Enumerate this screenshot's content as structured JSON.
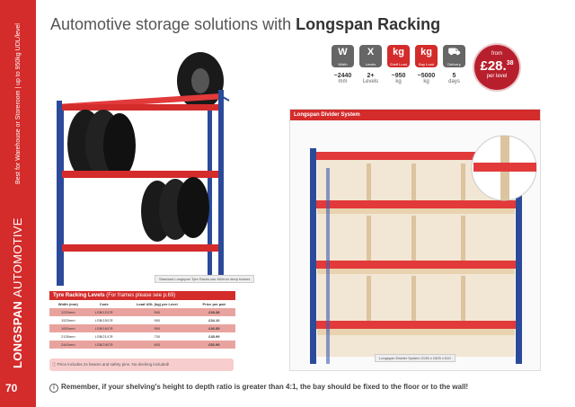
{
  "sidebar": {
    "tag_line": "Best for Warehouse or Storeroom | up to 950kg UDL/level",
    "section_bold": "LONGSPAN",
    "section_light": "AUTOMOTIVE",
    "page_number": "70"
  },
  "title": {
    "light": "Automotive storage solutions with ",
    "bold": "Longspan Racking"
  },
  "icons": [
    {
      "icon": "width-icon",
      "symbol": "W",
      "label": "Width",
      "value": "~2440",
      "unit": "mm",
      "color": "#666666"
    },
    {
      "icon": "levels-icon",
      "symbol": "X",
      "label": "Levels",
      "value": "2+",
      "unit": "Levels",
      "color": "#666666"
    },
    {
      "icon": "shelf-load-icon",
      "symbol": "kg",
      "label": "Shelf Load",
      "value": "~950",
      "unit": "kg",
      "color": "#d42b2b"
    },
    {
      "icon": "bay-load-icon",
      "symbol": "kg",
      "label": "Bay Load",
      "value": "~5000",
      "unit": "kg",
      "color": "#d42b2b"
    },
    {
      "icon": "delivery-icon",
      "symbol": "⛟",
      "label": "Delivery",
      "value": "5",
      "unit": "days",
      "color": "#666666"
    }
  ],
  "price_badge": {
    "from": "from",
    "amount": "£28.",
    "pence": "38",
    "per": "per level"
  },
  "photo_caption": "Standard Longspan Tyre Racks use 600mm deep frames",
  "tyre_table": {
    "title": "Tyre Racking Levels",
    "subtitle": "(For frames please see p.69)",
    "headers": [
      "Width (mm)",
      "Code",
      "Load UDL (kg) per Level",
      "Price per pair"
    ],
    "rows": [
      [
        "1220mm",
        "LSB/12/CR",
        "590",
        "£28.38"
      ],
      [
        "1525mm",
        "LSB/15/CR",
        "950",
        "£34.10"
      ],
      [
        "1830mm",
        "LSB/18/CR",
        "950",
        "£40.55"
      ],
      [
        "2135mm",
        "LSB/21/CR",
        "730",
        "£45.99"
      ],
      [
        "2440mm",
        "LSB/24/CR",
        "600",
        "£52.99"
      ]
    ],
    "note": "Price includes 2x beams and safety pins. No decking included!"
  },
  "divider_panel": {
    "title": "Longspan Divider System",
    "caption": "Longspan Divider System 2135 x 1525 x 610"
  },
  "footer": {
    "text": "Remember, if your shelving's height to depth ratio is greater than 4:1, the bay should be fixed to the floor or to the wall!"
  },
  "colors": {
    "brand_red": "#d42b2b",
    "upright_blue": "#2b4a9a",
    "beam_red": "#e23a3a"
  }
}
